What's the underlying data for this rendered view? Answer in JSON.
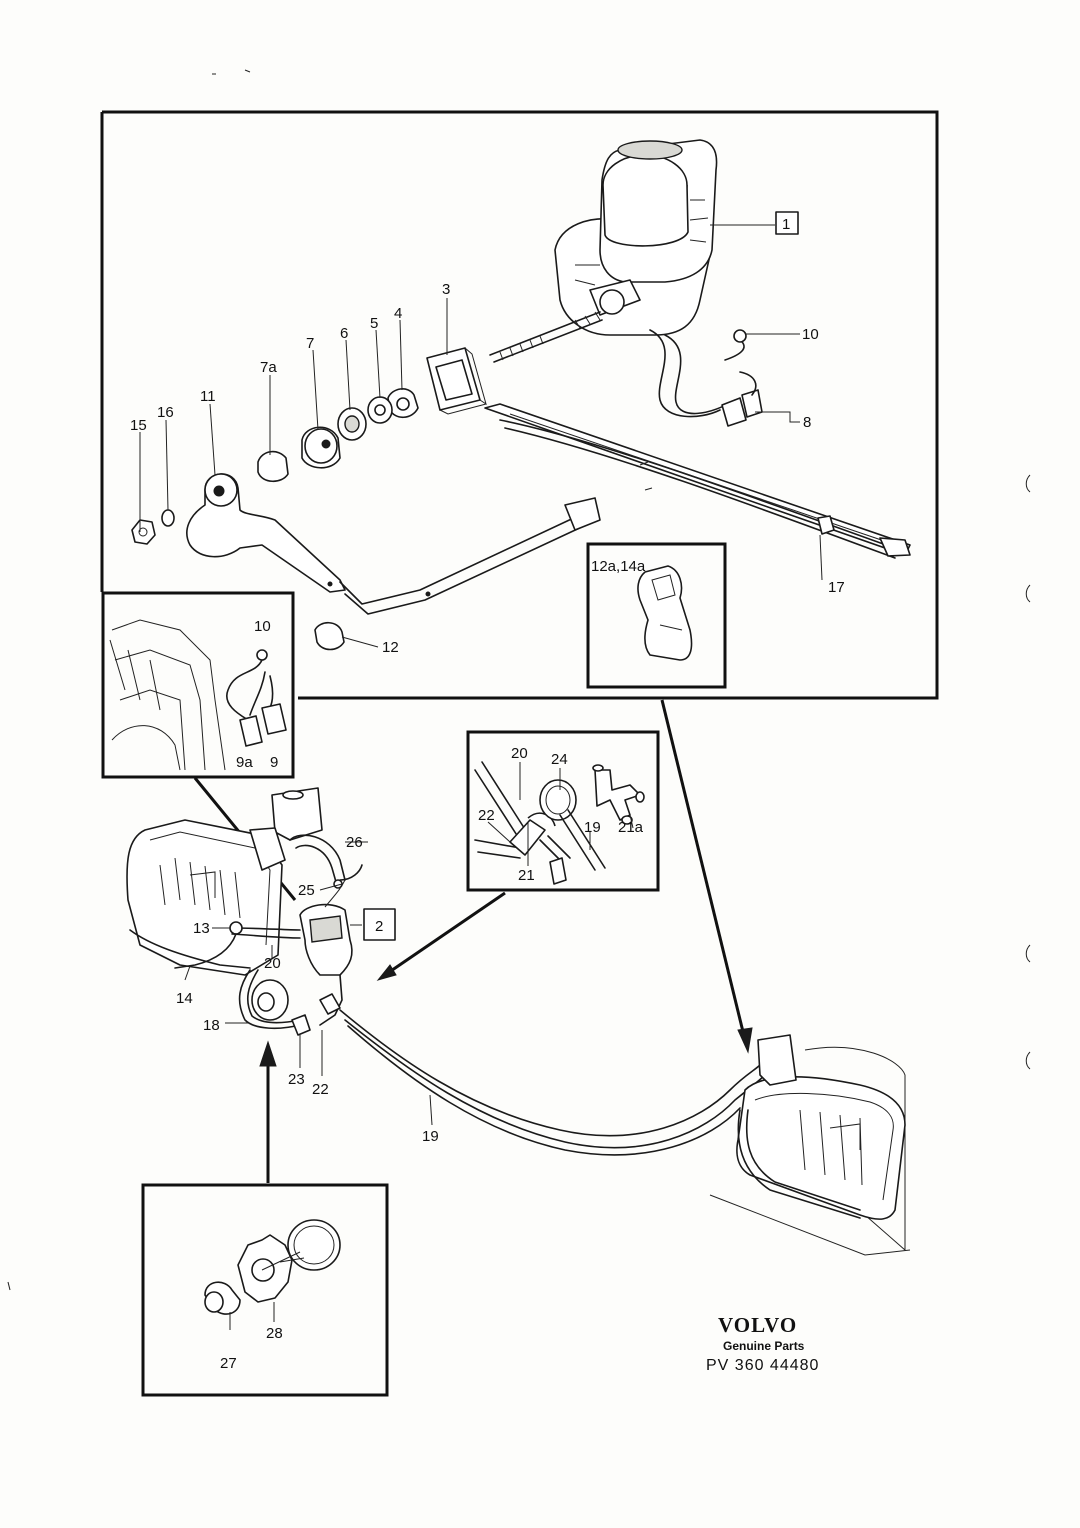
{
  "callouts": {
    "c1": "1",
    "c2": "2",
    "c3": "3",
    "c4": "4",
    "c5": "5",
    "c6": "6",
    "c7": "7",
    "c7a": "7a",
    "c8": "8",
    "c9": "9",
    "c9a": "9a",
    "c10": "10",
    "c10b": "10",
    "c11": "11",
    "c12": "12",
    "c12a": "12a,14a",
    "c13": "13",
    "c14": "14",
    "c15": "15",
    "c16": "16",
    "c17": "17",
    "c18": "18",
    "c19": "19",
    "c19b": "19",
    "c20": "20",
    "c20b": "20",
    "c21": "21",
    "c21a": "21a",
    "c22": "22",
    "c22b": "22",
    "c23": "23",
    "c24": "24",
    "c25": "25",
    "c26": "26",
    "c27": "27",
    "c28": "28"
  },
  "footer": {
    "brand": "VOLVO",
    "subtitle": "Genuine Parts",
    "reference": "PV 360 44480"
  }
}
